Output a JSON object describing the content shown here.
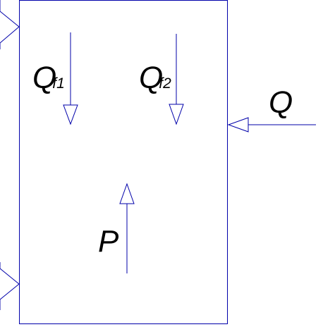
{
  "colors": {
    "line": "#0000aa",
    "text": "#000000",
    "background": "#ffffff"
  },
  "labels": {
    "qf1": {
      "main": "Q",
      "sub": "f1"
    },
    "qf2": {
      "main": "Q",
      "sub": "f2"
    },
    "q": "Q",
    "p": "P"
  }
}
